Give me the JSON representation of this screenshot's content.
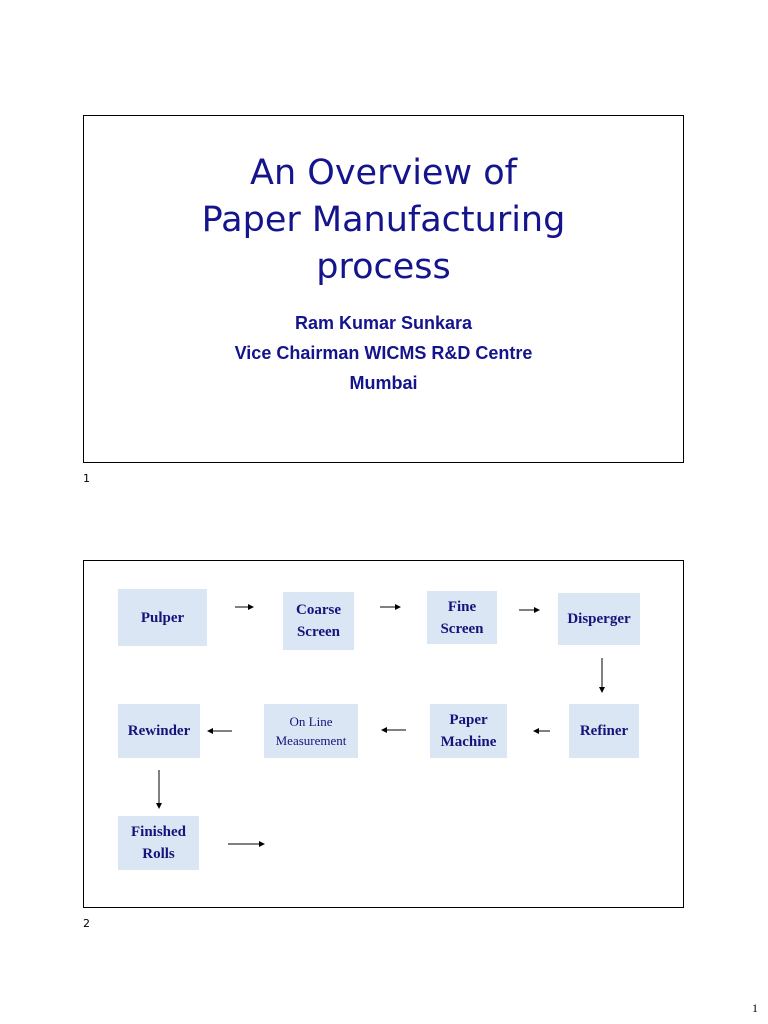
{
  "slide1": {
    "title_lines": [
      "An Overview of",
      "Paper Manufacturing",
      "process"
    ],
    "author": "Ram Kumar Sunkara",
    "position": "Vice Chairman WICMS R&D Centre",
    "location": "Mumbai",
    "number": "1"
  },
  "slide2": {
    "number": "2",
    "steps": {
      "pulper": "Pulper",
      "coarse_screen": "Coarse\nScreen",
      "fine_screen": "Fine\nScreen",
      "disperger": "Disperger",
      "refiner": "Refiner",
      "paper_machine": "Paper\nMachine",
      "online_measurement": "On Line\nMeasurement",
      "rewinder": "Rewinder",
      "finished_rolls": "Finished\nRolls"
    },
    "colors": {
      "box_fill": "#dbe6f5",
      "box_text": "#14147a"
    }
  },
  "page_number": "1"
}
